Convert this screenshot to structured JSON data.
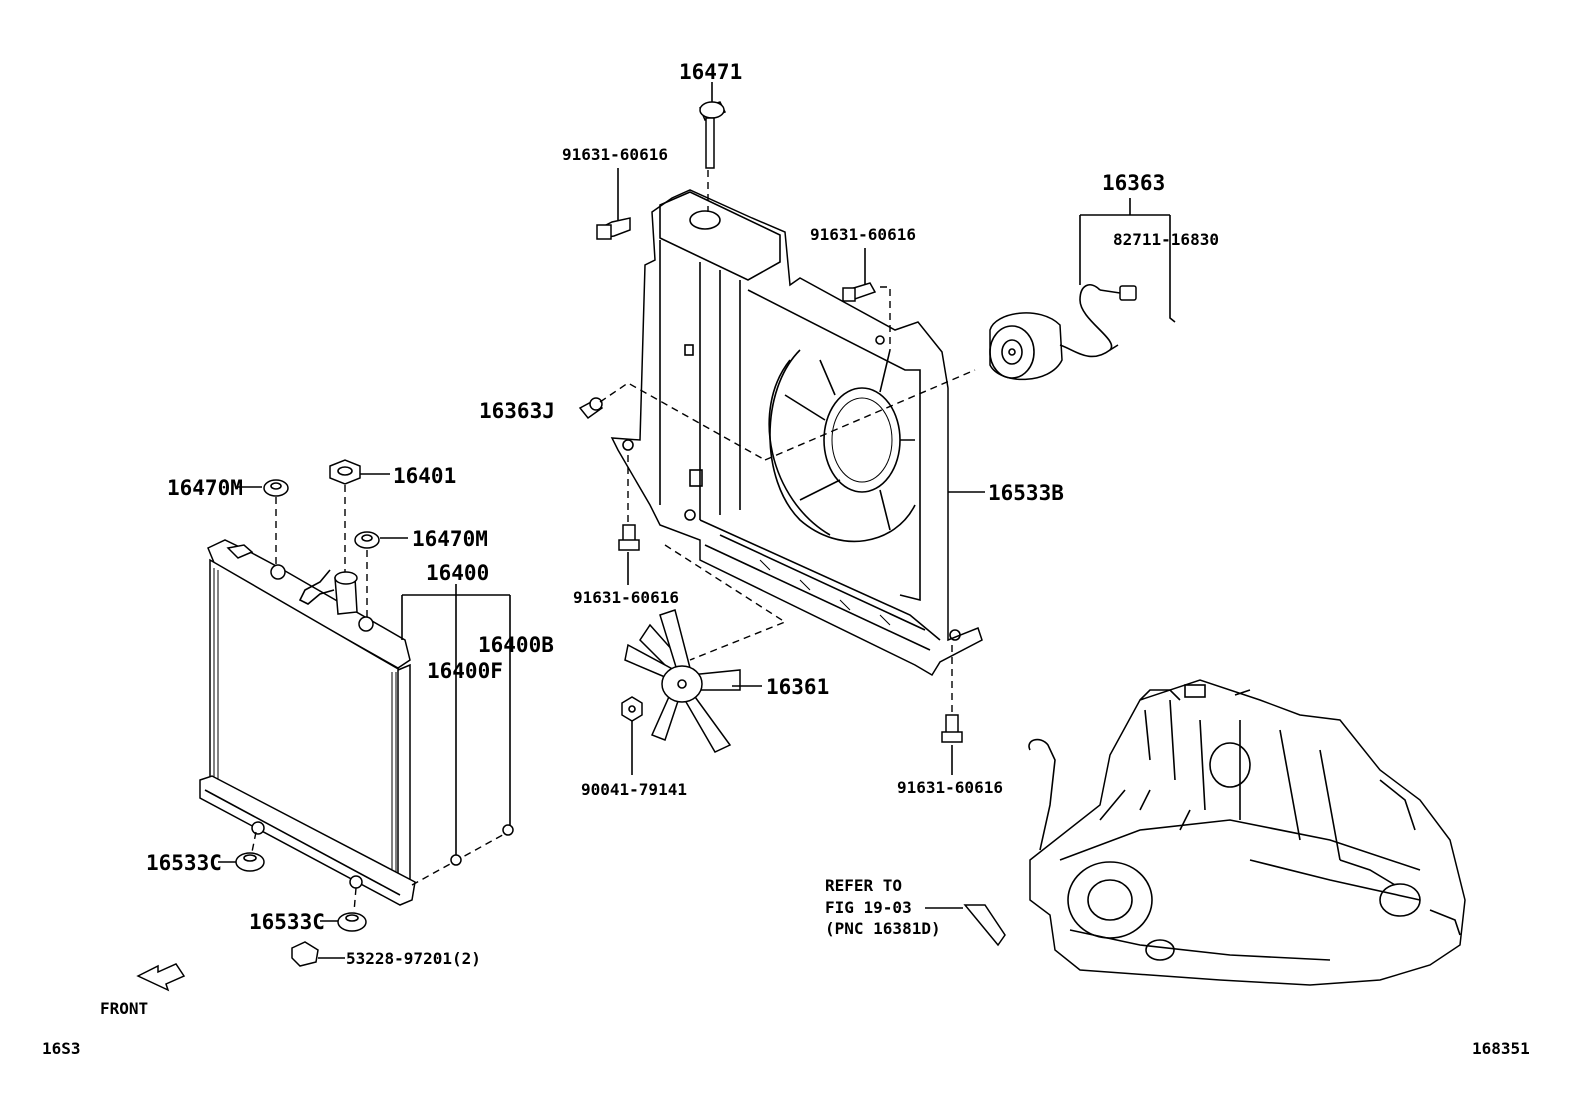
{
  "labels": {
    "l16471": "16471",
    "l91631a": "91631-60616",
    "l91631b": "91631-60616",
    "l16363": "16363",
    "l82711": "82711-16830",
    "l16363J": "16363J",
    "l16401": "16401",
    "l16470Ma": "16470M",
    "l16470Mb": "16470M",
    "l16400": "16400",
    "l16400B": "16400B",
    "l16400F": "16400F",
    "l16533B": "16533B",
    "l91631c": "91631-60616",
    "l16361": "16361",
    "l90041": "90041-79141",
    "l91631d": "91631-60616",
    "l16533Ca": "16533C",
    "l16533Cb": "16533C",
    "l53228": "53228-97201(2)",
    "refer1": "REFER TO",
    "refer2": "FIG 19-03",
    "refer3": "(PNC 16381D)",
    "front": "FRONT",
    "code_left": "16S3",
    "code_right": "168351"
  },
  "icons": [
    "front-arrow-icon"
  ]
}
